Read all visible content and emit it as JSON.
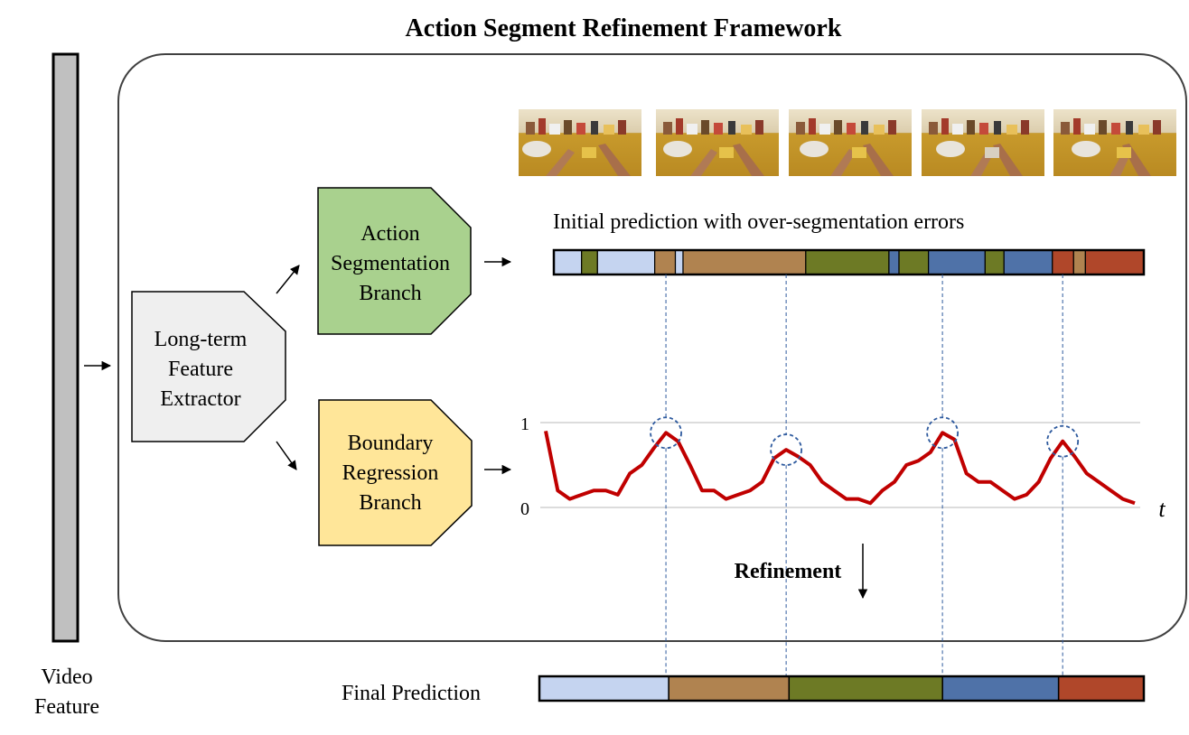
{
  "title": "Action Segment Refinement Framework",
  "video_feature": {
    "line1": "Video",
    "line2": "Feature"
  },
  "extractor": {
    "lines": [
      "Long-term",
      "Feature",
      "Extractor"
    ]
  },
  "segmentation_branch": {
    "lines": [
      "Action",
      "Segmentation",
      "Branch"
    ],
    "color": "#a9d18e"
  },
  "boundary_branch": {
    "lines": [
      "Boundary",
      "Regression",
      "Branch"
    ],
    "color": "#ffe699"
  },
  "initial_prediction": {
    "label": "Initial prediction with over-segmentation errors"
  },
  "refinement_label": "Refinement",
  "final_prediction": {
    "label": "Final Prediction"
  },
  "colors": {
    "light_blue": "#c5d4f0",
    "tan": "#b08350",
    "olive": "#6d7a25",
    "blue": "#4f72a8",
    "rust": "#b0472a",
    "curve": "#c00000",
    "dashed": "#2e5a9e"
  },
  "boundary_chart": {
    "y_ticks": [
      "0",
      "1"
    ],
    "x_axis_label": "t",
    "values": [
      0.9,
      0.2,
      0.1,
      0.15,
      0.2,
      0.2,
      0.15,
      0.4,
      0.5,
      0.7,
      0.88,
      0.78,
      0.5,
      0.2,
      0.2,
      0.1,
      0.15,
      0.2,
      0.3,
      0.58,
      0.68,
      0.6,
      0.5,
      0.3,
      0.2,
      0.1,
      0.1,
      0.05,
      0.2,
      0.3,
      0.5,
      0.55,
      0.65,
      0.88,
      0.8,
      0.4,
      0.3,
      0.3,
      0.2,
      0.1,
      0.15,
      0.3,
      0.58,
      0.78,
      0.6,
      0.4,
      0.3,
      0.2,
      0.1,
      0.05
    ],
    "peak_indices": [
      10,
      20,
      33,
      43
    ]
  },
  "initial_segments": [
    {
      "color": "light_blue",
      "start": 0.0,
      "end": 0.047
    },
    {
      "color": "olive",
      "start": 0.047,
      "end": 0.074
    },
    {
      "color": "light_blue",
      "start": 0.074,
      "end": 0.171
    },
    {
      "color": "tan",
      "start": 0.171,
      "end": 0.206
    },
    {
      "color": "light_blue",
      "start": 0.206,
      "end": 0.219
    },
    {
      "color": "tan",
      "start": 0.219,
      "end": 0.427
    },
    {
      "color": "olive",
      "start": 0.427,
      "end": 0.568
    },
    {
      "color": "blue",
      "start": 0.568,
      "end": 0.585
    },
    {
      "color": "olive",
      "start": 0.585,
      "end": 0.635
    },
    {
      "color": "blue",
      "start": 0.635,
      "end": 0.731
    },
    {
      "color": "olive",
      "start": 0.731,
      "end": 0.763
    },
    {
      "color": "blue",
      "start": 0.763,
      "end": 0.845
    },
    {
      "color": "rust",
      "start": 0.845,
      "end": 0.881
    },
    {
      "color": "tan",
      "start": 0.881,
      "end": 0.901
    },
    {
      "color": "rust",
      "start": 0.901,
      "end": 1.0
    }
  ],
  "final_segments": [
    {
      "color": "light_blue",
      "start": 0.0,
      "end": 0.214
    },
    {
      "color": "tan",
      "start": 0.214,
      "end": 0.413
    },
    {
      "color": "olive",
      "start": 0.413,
      "end": 0.667
    },
    {
      "color": "blue",
      "start": 0.667,
      "end": 0.859
    },
    {
      "color": "rust",
      "start": 0.859,
      "end": 1.0
    }
  ],
  "frames_count": 5
}
